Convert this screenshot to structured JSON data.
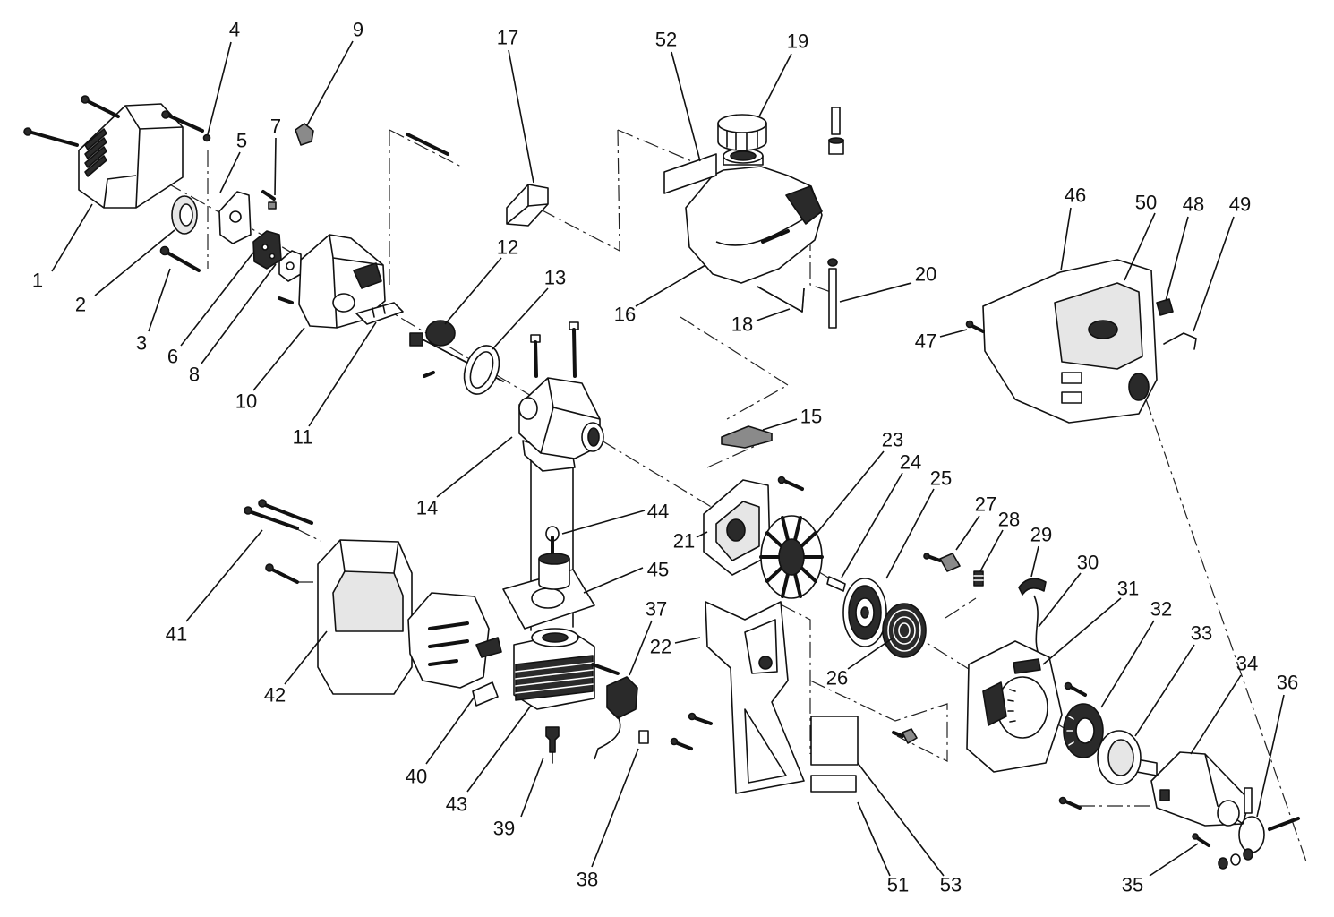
{
  "figure": {
    "part_labels": [
      "1",
      "2",
      "3",
      "4",
      "5",
      "6",
      "7",
      "8",
      "9",
      "10",
      "11",
      "12",
      "13",
      "14",
      "15",
      "16",
      "17",
      "18",
      "19",
      "20",
      "21",
      "22",
      "23",
      "24",
      "25",
      "26",
      "27",
      "28",
      "29",
      "30",
      "31",
      "32",
      "33",
      "34",
      "35",
      "36",
      "37",
      "38",
      "39",
      "40",
      "41",
      "42",
      "43",
      "44",
      "45",
      "46",
      "47",
      "48",
      "49",
      "50",
      "51",
      "52",
      "53"
    ]
  },
  "colors": {
    "ink": "#111111",
    "shade": "#2a2a2a",
    "paper": "#ffffff"
  }
}
